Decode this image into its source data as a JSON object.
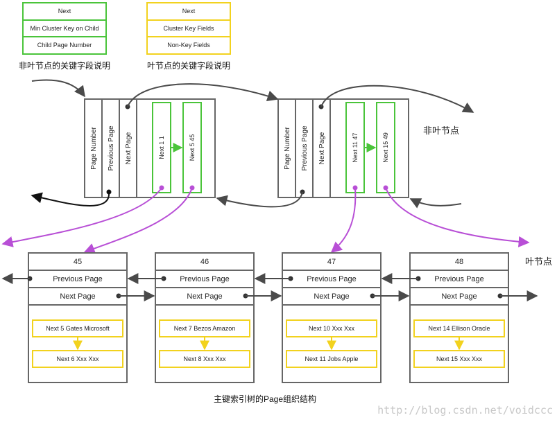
{
  "legend": {
    "nonleaf": {
      "rows": [
        "Next",
        "Min Cluster Key on Child",
        "Child Page Number"
      ],
      "caption": "非叶节点的关键字段说明"
    },
    "leaf": {
      "rows": [
        "Next",
        "Cluster Key Fields",
        "Non-Key Fields"
      ],
      "caption": "叶节点的关键字段说明"
    }
  },
  "nonleaf_label": "非叶节点",
  "leaf_label": "叶节点",
  "nonleaf_pages": [
    {
      "cols": [
        "Page Number",
        "Previous Page",
        "Next Page"
      ],
      "records": [
        "Next 1 1",
        "Next 5 45"
      ]
    },
    {
      "cols": [
        "Page Number",
        "Previous Page",
        "Next Page"
      ],
      "records": [
        "Next 11 47",
        "Next 15 49"
      ]
    }
  ],
  "leaf_pages": [
    {
      "number": "45",
      "prev": "Previous Page",
      "next": "Next Page",
      "records": [
        "Next 5 Gates Microsoft",
        "Next 6 Xxx Xxx"
      ]
    },
    {
      "number": "46",
      "prev": "Previous Page",
      "next": "Next Page",
      "records": [
        "Next 7 Bezos Amazon",
        "Next 8 Xxx Xxx"
      ]
    },
    {
      "number": "47",
      "prev": "Previous Page",
      "next": "Next Page",
      "records": [
        "Next 10 Xxx Xxx",
        "Next 11 Jobs Apple"
      ]
    },
    {
      "number": "48",
      "prev": "Previous Page",
      "next": "Next Page",
      "records": [
        "Next 14 Ellison Oracle",
        "Next 15 Xxx Xxx"
      ]
    }
  ],
  "bottom_caption": "主键索引树的Page组织结构",
  "watermark": "http://blog.csdn.net/voidccc",
  "colors": {
    "green": "#4ac43a",
    "yellow": "#f2d21e",
    "purple": "#b84fd6",
    "border": "#666666",
    "arrow": "#4a4a4a"
  }
}
